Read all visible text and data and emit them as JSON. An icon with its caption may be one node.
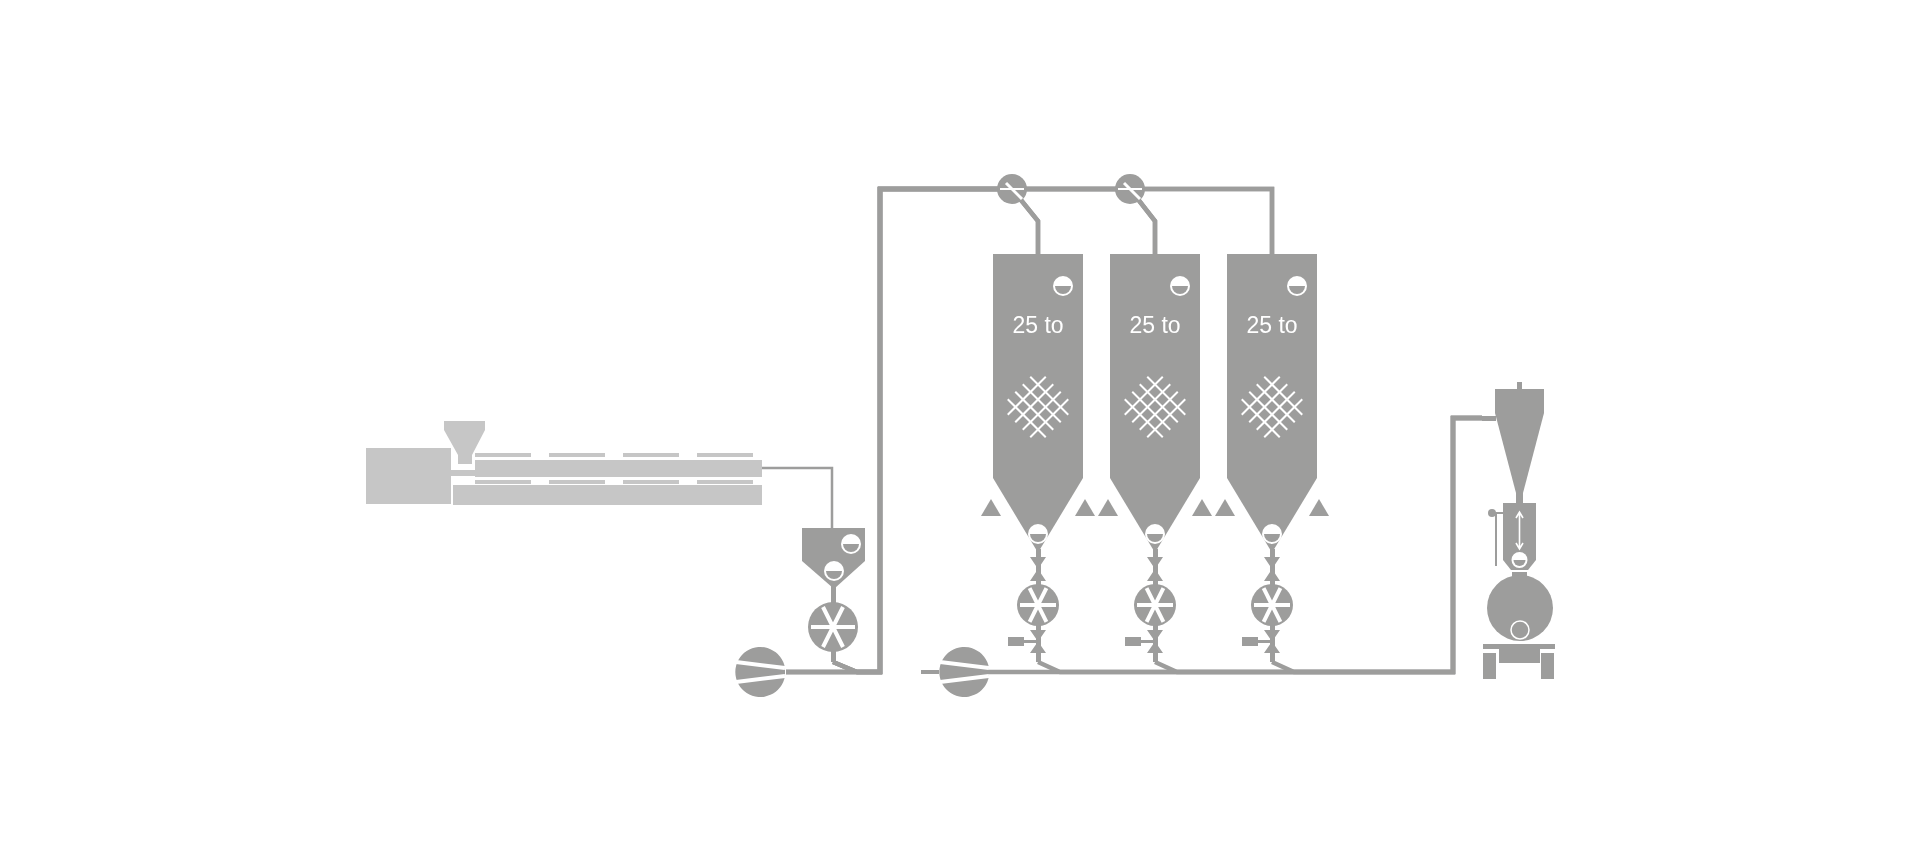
{
  "diagram": {
    "nodes": [
      {
        "text": [],
        "shape": "picture"
      },
      {
        "text": [],
        "shape": "picture"
      },
      {
        "text": [],
        "shape": "picture"
      },
      {
        "text": [
          "25 to"
        ]
      },
      {
        "text": [
          "25 to"
        ]
      },
      {
        "text": [
          "25 to"
        ]
      },
      {
        "text": [],
        "shape": "picture"
      },
      {
        "text": [],
        "shape": "picture"
      }
    ],
    "edges": [
      {
        "from": 0,
        "to": 1,
        "arrow": "none"
      },
      {
        "from": 2,
        "to": 3,
        "arrow": "none"
      },
      {
        "from": 2,
        "to": 4,
        "arrow": "none"
      },
      {
        "from": 2,
        "to": 5,
        "arrow": "none"
      },
      {
        "from": 1,
        "to": 3,
        "arrow": "none"
      },
      {
        "from": 1,
        "to": 4,
        "arrow": "none"
      },
      {
        "from": 1,
        "to": 5,
        "arrow": "none"
      },
      {
        "from": 6,
        "to": 7,
        "arrow": "none"
      },
      {
        "from": 3,
        "to": 7,
        "arrow": "none"
      },
      {
        "from": 4,
        "to": 7,
        "arrow": "none"
      },
      {
        "from": 5,
        "to": 7,
        "arrow": "none"
      }
    ]
  }
}
